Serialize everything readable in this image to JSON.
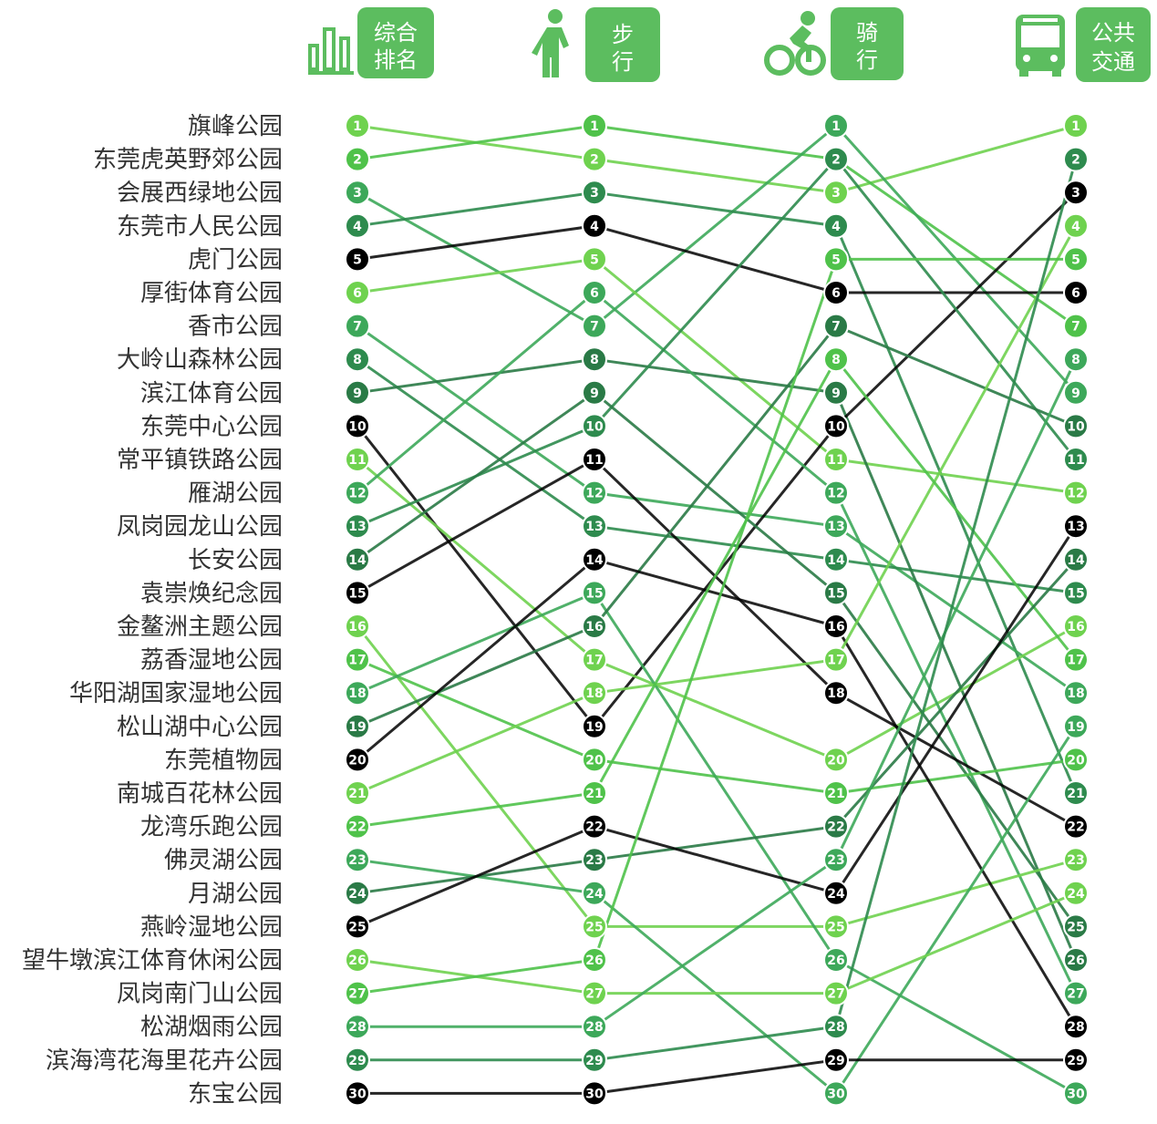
{
  "headers": [
    {
      "key": "overall",
      "label_lines": [
        "综合",
        "排名"
      ],
      "icon": "bar-chart-icon"
    },
    {
      "key": "walk",
      "label_lines": [
        "步",
        "行"
      ],
      "icon": "walking-person-icon"
    },
    {
      "key": "cycle",
      "label_lines": [
        "骑",
        "行"
      ],
      "icon": "cyclist-icon"
    },
    {
      "key": "transit",
      "label_lines": [
        "公共",
        "交通"
      ],
      "icon": "bus-icon"
    }
  ],
  "chart_data": {
    "type": "bump",
    "title": "",
    "columns": [
      "综合排名",
      "步行",
      "骑行",
      "公共交通"
    ],
    "series": [
      {
        "name": "旗峰公园",
        "ranks": [
          1,
          2,
          3,
          1
        ]
      },
      {
        "name": "东莞虎英野郊公园",
        "ranks": [
          2,
          1,
          2,
          7
        ]
      },
      {
        "name": "会展西绿地公园",
        "ranks": [
          3,
          7,
          1,
          9
        ]
      },
      {
        "name": "东莞市人民公园",
        "ranks": [
          4,
          3,
          4,
          21
        ]
      },
      {
        "name": "虎门公园",
        "ranks": [
          5,
          4,
          6,
          6
        ]
      },
      {
        "name": "厚街体育公园",
        "ranks": [
          6,
          5,
          11,
          12
        ]
      },
      {
        "name": "香市公园",
        "ranks": [
          7,
          12,
          13,
          18
        ]
      },
      {
        "name": "大岭山森林公园",
        "ranks": [
          8,
          13,
          14,
          15
        ]
      },
      {
        "name": "滨江体育公园",
        "ranks": [
          9,
          8,
          9,
          26
        ]
      },
      {
        "name": "东莞中心公园",
        "ranks": [
          10,
          19,
          10,
          3
        ]
      },
      {
        "name": "常平镇铁路公园",
        "ranks": [
          11,
          17,
          20,
          16
        ]
      },
      {
        "name": "雁湖公园",
        "ranks": [
          12,
          6,
          12,
          27
        ]
      },
      {
        "name": "凤岗园龙山公园",
        "ranks": [
          13,
          10,
          2,
          11
        ]
      },
      {
        "name": "长安公园",
        "ranks": [
          14,
          9,
          15,
          25
        ]
      },
      {
        "name": "袁崇焕纪念园",
        "ranks": [
          15,
          11,
          18,
          22
        ]
      },
      {
        "name": "金鳌洲主题公园",
        "ranks": [
          16,
          25,
          25,
          23
        ]
      },
      {
        "name": "荔香湿地公园",
        "ranks": [
          17,
          20,
          21,
          20
        ]
      },
      {
        "name": "华阳湖国家湿地公园",
        "ranks": [
          18,
          15,
          26,
          30
        ]
      },
      {
        "name": "松山湖中心公园",
        "ranks": [
          19,
          16,
          7,
          10
        ]
      },
      {
        "name": "东莞植物园",
        "ranks": [
          20,
          14,
          16,
          28
        ]
      },
      {
        "name": "南城百花林公园",
        "ranks": [
          21,
          18,
          17,
          4
        ]
      },
      {
        "name": "龙湾乐跑公园",
        "ranks": [
          22,
          21,
          8,
          17
        ]
      },
      {
        "name": "佛灵湖公园",
        "ranks": [
          23,
          24,
          30,
          19
        ]
      },
      {
        "name": "月湖公园",
        "ranks": [
          24,
          23,
          22,
          14
        ]
      },
      {
        "name": "燕岭湿地公园",
        "ranks": [
          25,
          22,
          24,
          13
        ]
      },
      {
        "name": "望牛墩滨江体育休闲公园",
        "ranks": [
          26,
          27,
          27,
          24
        ]
      },
      {
        "name": "凤岗南门山公园",
        "ranks": [
          27,
          26,
          5,
          5
        ]
      },
      {
        "name": "松湖烟雨公园",
        "ranks": [
          28,
          28,
          23,
          8
        ]
      },
      {
        "name": "滨海湾花海里花卉公园",
        "ranks": [
          29,
          29,
          28,
          2
        ]
      },
      {
        "name": "东宝公园",
        "ranks": [
          30,
          30,
          29,
          29
        ]
      }
    ],
    "colors": [
      "#6fd24f",
      "#4fc24a",
      "#3da85a",
      "#2e8b4e",
      "#2a7a46",
      "#000000"
    ],
    "legend": "none",
    "grid": false
  }
}
